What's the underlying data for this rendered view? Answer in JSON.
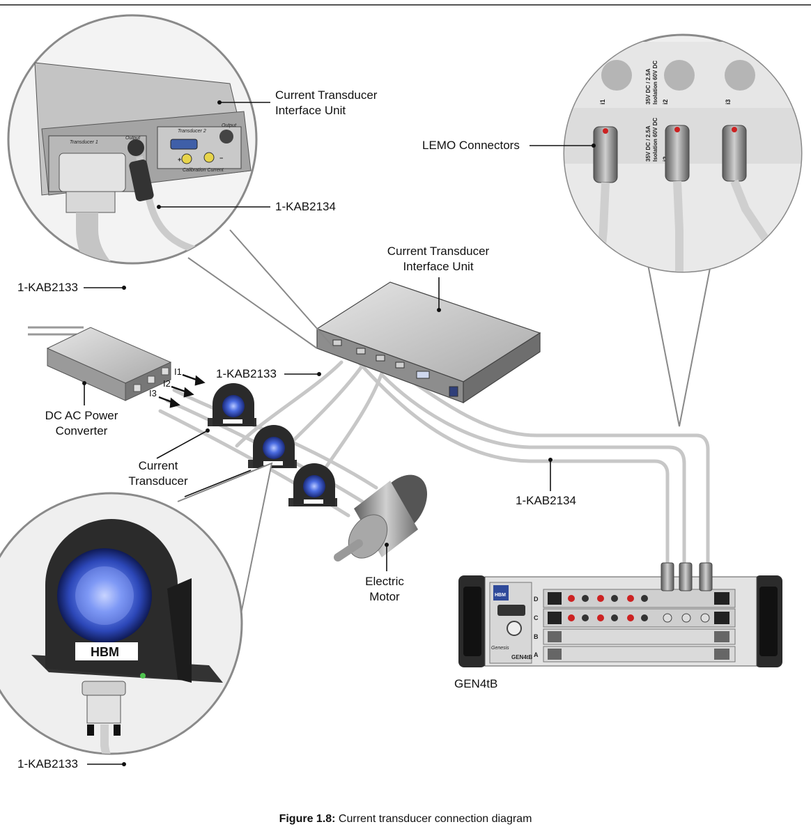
{
  "labels": {
    "ctiu_zoom_line1": "Current Transducer",
    "ctiu_zoom_line2": "Interface Unit",
    "kab2134_zoom": "1-KAB2134",
    "kab2133_zoom": "1-KAB2133",
    "ctiu_main_line1": "Current Transducer",
    "ctiu_main_line2": "Interface Unit",
    "kab2133_main": "1-KAB2133",
    "lemo": "LEMO Connectors",
    "dcac_line1": "DC AC Power",
    "dcac_line2": "Converter",
    "ct_line1": "Current",
    "ct_line2": "Transducer",
    "kab2134_main": "1-KAB2134",
    "motor_line1": "Electric",
    "motor_line2": "Motor",
    "gen4tb": "GEN4tB",
    "kab2133_bottom": "1-KAB2133",
    "i1": "I1",
    "i2": "I2",
    "i3": "I3"
  },
  "device_text": {
    "transducer1": "Transducer 1",
    "output1": "Output",
    "transducer2": "Transducer 2",
    "output2": "Output",
    "calibration": "Calibration Current",
    "plus": "+",
    "minus": "−",
    "lemo_ch1": "i1",
    "lemo_ch2": "i2",
    "lemo_ch3": "i3",
    "lemo_rating1": "35V DC / 2.5A",
    "lemo_rating2": "Isolation 60V DC",
    "hbm": "HBM",
    "gen_brand": "HBM",
    "gen_model": "GEN4tB",
    "gen_genesis": "Genesis",
    "slot_d": "D",
    "slot_c": "C",
    "slot_b": "B",
    "slot_a": "A"
  },
  "caption": {
    "prefix": "Figure 1.8:",
    "text": " Current transducer connection diagram"
  },
  "colors": {
    "cable": "#c9c9c9",
    "device_grey": "#8f8f8f",
    "transducer_body": "#2a2a2a",
    "transducer_core": "#3c5fcf",
    "line": "#111111"
  }
}
